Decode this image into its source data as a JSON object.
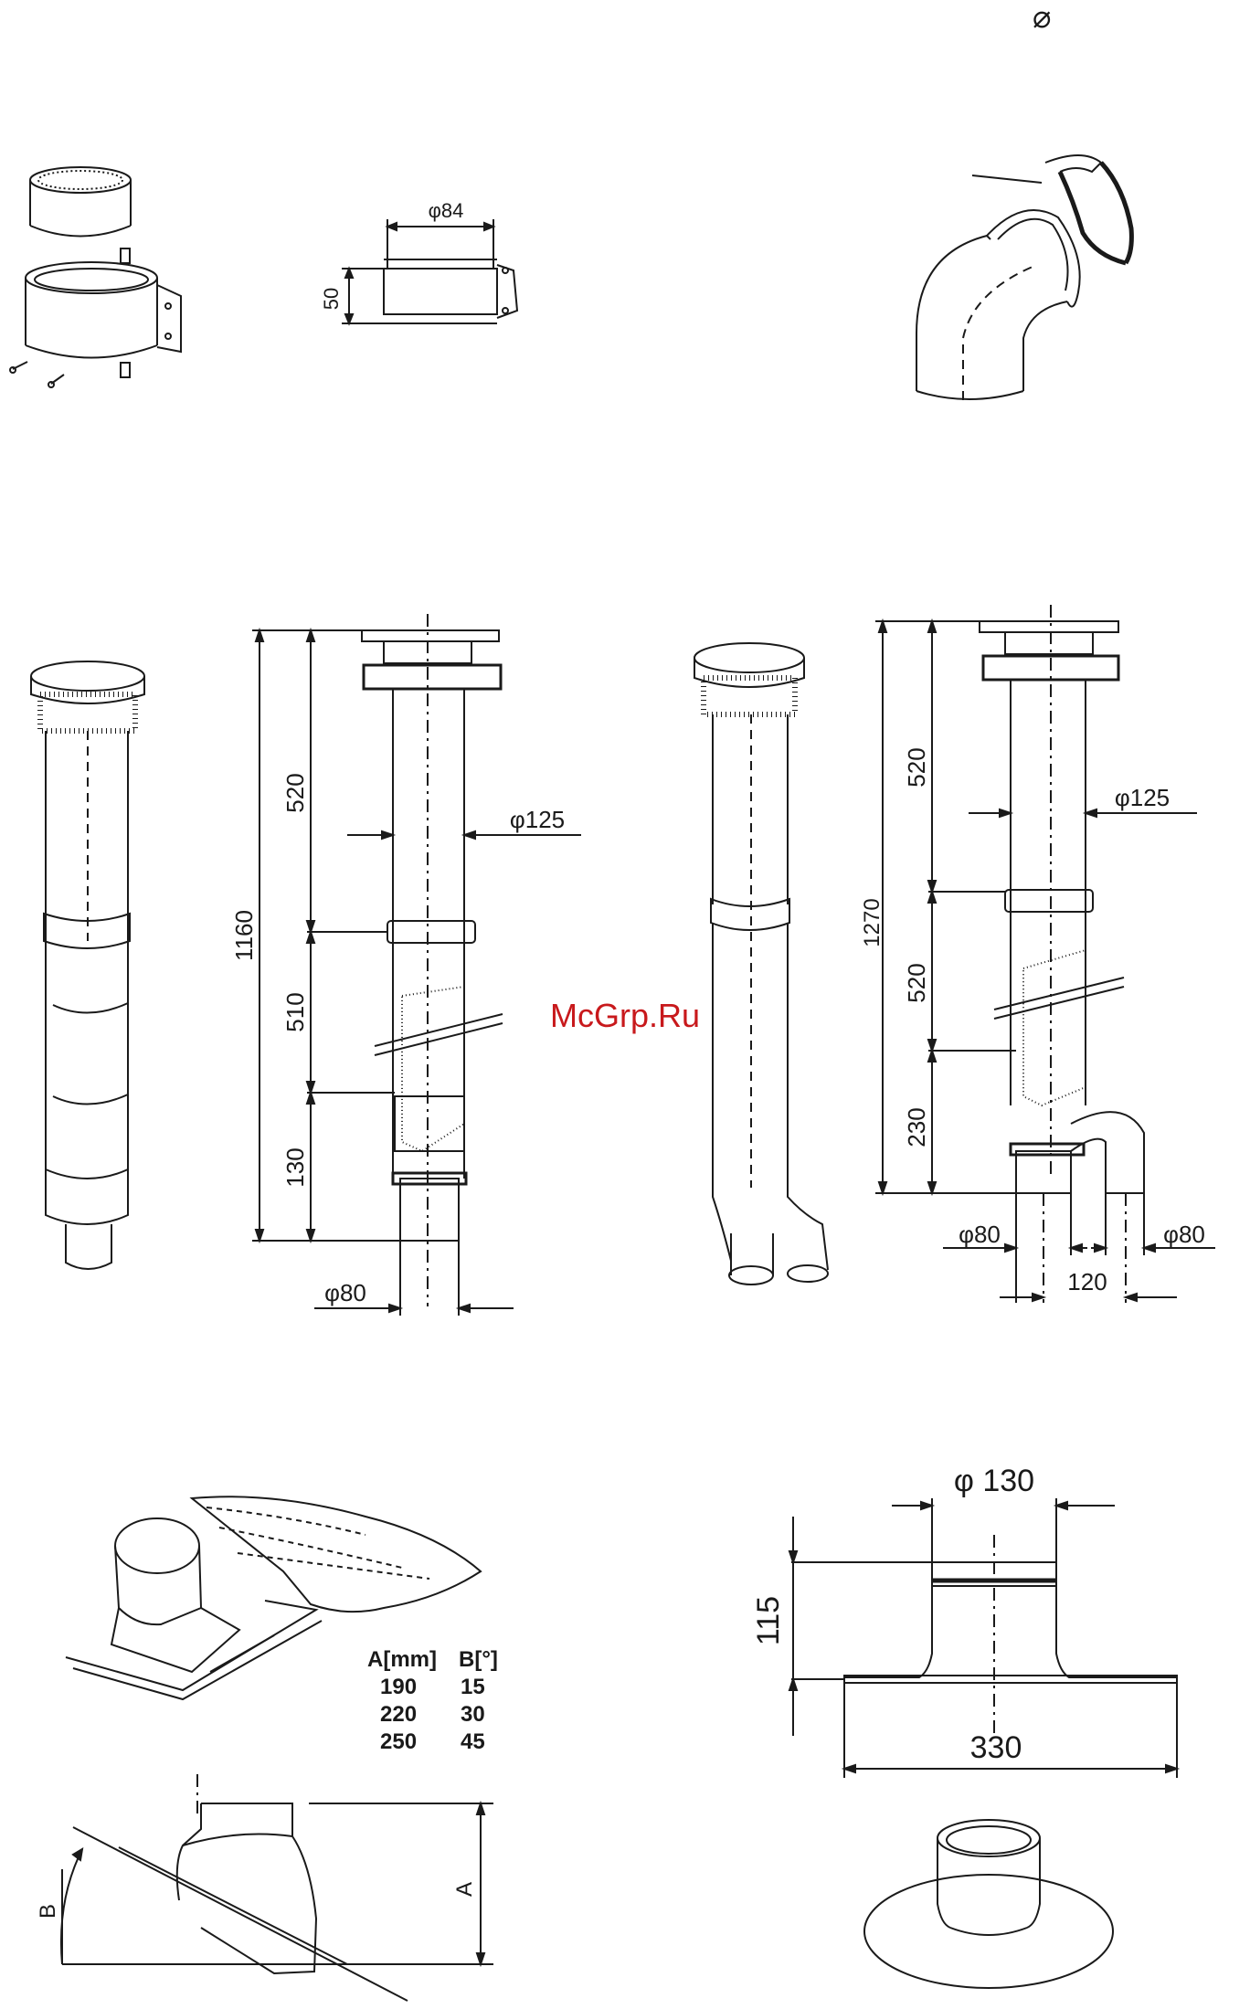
{
  "header": {
    "diameter_symbol": "⌀"
  },
  "watermark": {
    "text": "McGrp.Ru",
    "color": "#c8191c"
  },
  "clamp_detail": {
    "diameter_label": "φ84",
    "height_label": "50"
  },
  "flue_left": {
    "total_label": "1160",
    "seg1_label": "520",
    "seg2_label": "510",
    "seg3_label": "130",
    "outer_diameter_label": "φ125",
    "inner_diameter_label": "φ80"
  },
  "flue_right": {
    "total_label": "1270",
    "seg1_label": "520",
    "seg2_label": "520",
    "seg3_label": "230",
    "outer_diameter_label": "φ125",
    "pipe_left_label": "φ80",
    "pipe_right_label": "φ80",
    "spacing_label": "120"
  },
  "roof_table": {
    "col_a_header": "A[mm]",
    "col_b_header": "B[°]",
    "rows": [
      {
        "a": "190",
        "b": "15"
      },
      {
        "a": "220",
        "b": "30"
      },
      {
        "a": "250",
        "b": "45"
      }
    ],
    "label_a": "A",
    "label_b": "B"
  },
  "flat_flashing": {
    "diameter_label": "φ 130",
    "height_label": "115",
    "width_label": "330"
  }
}
